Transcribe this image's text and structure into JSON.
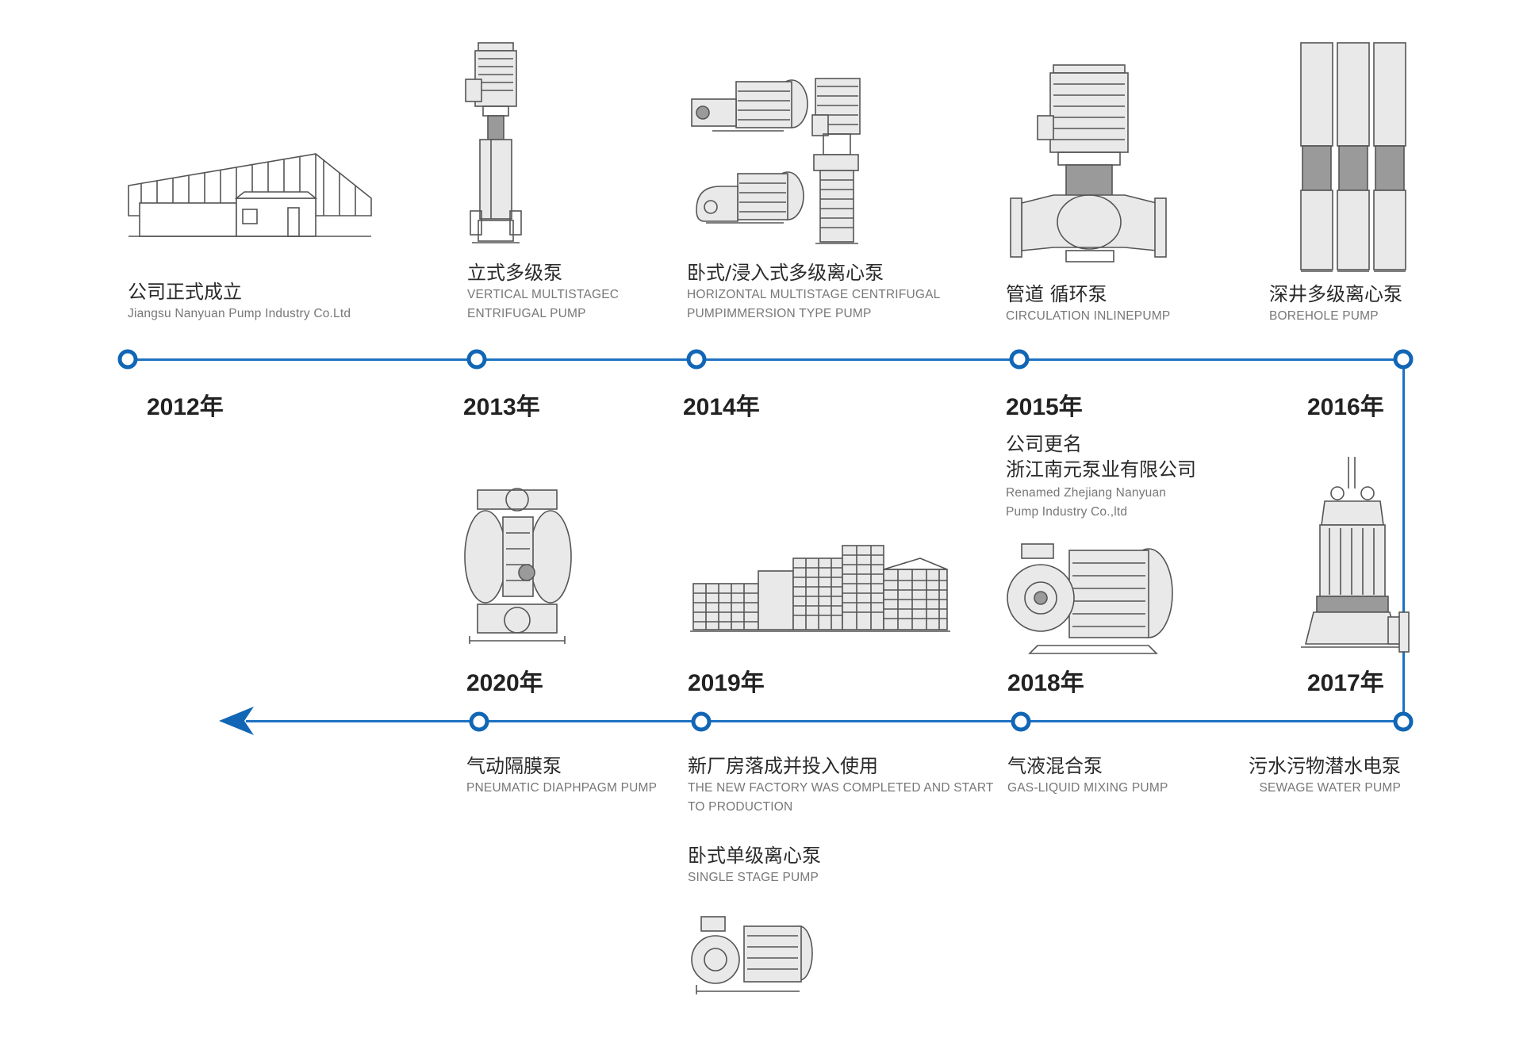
{
  "colors": {
    "accent": "#1166b5",
    "line": "#1e72c0"
  },
  "milestones": [
    {
      "id": "2012",
      "year": "2012年",
      "title": "公司正式成立",
      "title2": "",
      "subtitle": "Jiangsu Nanyuan Pump Industry Co.Ltd",
      "subtitle2": ""
    },
    {
      "id": "2013",
      "year": "2013年",
      "title": "立式多级泵",
      "title2": "",
      "subtitle": "VERTICAL MULTISTAGEC",
      "subtitle2": "ENTRIFUGAL PUMP"
    },
    {
      "id": "2014",
      "year": "2014年",
      "title": "卧式/浸入式多级离心泵",
      "title2": "",
      "subtitle": "HORIZONTAL MULTISTAGE CENTRIFUGAL",
      "subtitle2": "PUMPIMMERSION TYPE PUMP"
    },
    {
      "id": "2015",
      "year": "2015年",
      "title": "管道 循环泵",
      "title2": "",
      "subtitle": "CIRCULATION INLINEPUMP",
      "subtitle2": ""
    },
    {
      "id": "2016",
      "year": "2016年",
      "title": "深井多级离心泵",
      "title2": "",
      "subtitle": "BOREHOLE PUMP",
      "subtitle2": ""
    },
    {
      "id": "2015b",
      "year": "",
      "title": "公司更名",
      "title2": "浙江南元泵业有限公司",
      "subtitle": "Renamed Zhejiang Nanyuan",
      "subtitle2": "Pump Industry Co.,ltd"
    },
    {
      "id": "2017",
      "year": "2017年",
      "title": "污水污物潜水电泵",
      "title2": "",
      "subtitle": "SEWAGE WATER PUMP",
      "subtitle2": ""
    },
    {
      "id": "2018",
      "year": "2018年",
      "title": "气液混合泵",
      "title2": "",
      "subtitle": "GAS-LIQUID MIXING PUMP",
      "subtitle2": ""
    },
    {
      "id": "2019",
      "year": "2019年",
      "title": "新厂房落成并投入使用",
      "title2": "",
      "subtitle": "THE NEW FACTORY WAS COMPLETED AND START",
      "subtitle2": "TO PRODUCTION"
    },
    {
      "id": "2019b",
      "year": "",
      "title": "卧式单级离心泵",
      "title2": "",
      "subtitle": "SINGLE STAGE PUMP",
      "subtitle2": ""
    },
    {
      "id": "2020",
      "year": "2020年",
      "title": "气动隔膜泵",
      "title2": "",
      "subtitle": "PNEUMATIC DIAPHPAGM PUMP",
      "subtitle2": ""
    }
  ],
  "illustrations": [
    "factory-building",
    "vertical-multistage-pump",
    "horizontal-multistage-pumps",
    "inline-circulation-pump",
    "borehole-pumps",
    "submersible-sewage-pump",
    "gas-liquid-mixing-pump",
    "new-factory-building",
    "diaphragm-pump",
    "single-stage-pump"
  ]
}
